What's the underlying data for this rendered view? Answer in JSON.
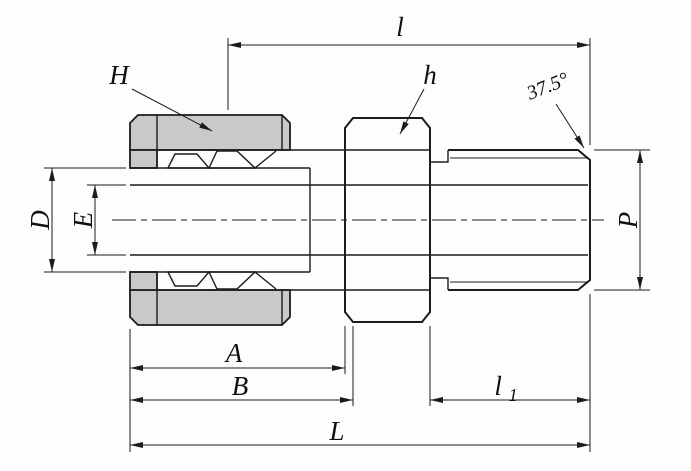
{
  "drawing": {
    "background": "#fdfdfd",
    "line_color": "#1c1c1c",
    "nut_fill": "#c9c9c9",
    "labels": {
      "l": "l",
      "H": "H",
      "h": "h",
      "angle": "37.5°",
      "D": "D",
      "E": "E",
      "P": "P",
      "A": "A",
      "B": "B",
      "l1_base": "l",
      "l1_sub": "1",
      "L": "L"
    }
  }
}
